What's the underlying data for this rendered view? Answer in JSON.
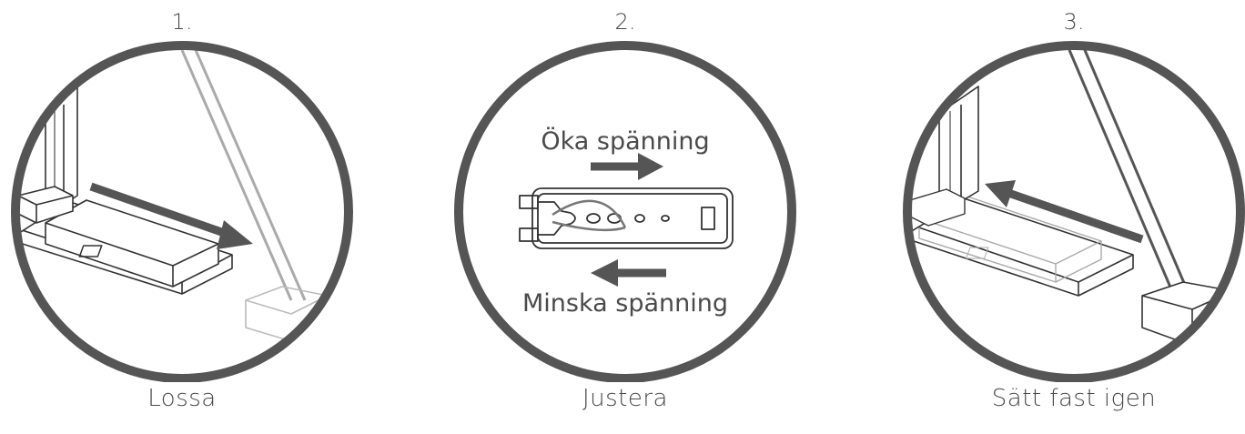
{
  "steps": [
    {
      "number": "1.",
      "caption": "Lossa"
    },
    {
      "number": "2.",
      "caption": "Justera",
      "increase_label": "Öka spänning",
      "decrease_label": "Minska spänning"
    },
    {
      "number": "3.",
      "caption": "Sätt fast igen"
    }
  ],
  "colors": {
    "ring": "#555555",
    "line": "#333333",
    "arrow": "#555555",
    "text": "#4a4a4a"
  }
}
